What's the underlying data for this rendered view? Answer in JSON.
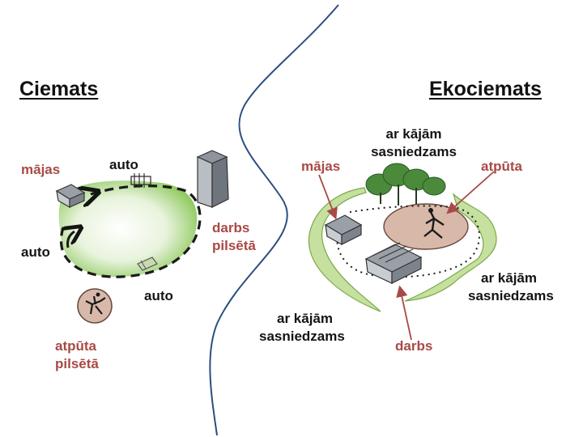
{
  "left": {
    "heading": "Ciemats",
    "labels": {
      "majas": "mājas",
      "auto_top": "auto",
      "auto_left": "auto",
      "auto_bottom": "auto",
      "darbs_1": "darbs",
      "darbs_2": "pilsētā",
      "atputa_1": "atpūta",
      "atputa_2": "pilsētā"
    }
  },
  "right": {
    "heading": "Ekociemats",
    "labels": {
      "top_walk_1": "ar kājām",
      "top_walk_2": "sasniedzams",
      "majas": "mājas",
      "atputa": "atpūta",
      "right_walk_1": "ar kājām",
      "right_walk_2": "sasniedzams",
      "left_walk_1": "ar kājām",
      "left_walk_2": "sasniedzams",
      "darbs": "darbs"
    }
  },
  "colors": {
    "text_dark": "#141414",
    "text_red": "#a84a45",
    "divider": "#2b4f80",
    "green_field": "#8cc85a",
    "green_strip": "#9ccc5a",
    "park_fill": "#d8b8a8",
    "tree": "#4a8a3a"
  }
}
